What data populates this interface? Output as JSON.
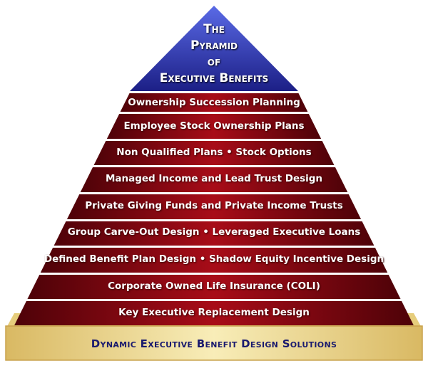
{
  "title": {
    "line1": "The",
    "line2": "Pyramid",
    "line3": "of",
    "line4": "Executive Benefits"
  },
  "levels": [
    "Ownership Succession Planning",
    "Employee Stock Ownership Plans",
    "Non Qualified Plans • Stock Options",
    "Managed Income and Lead Trust Design",
    "Private Giving Funds and Private Income Trusts",
    "Group Carve-Out Design • Leveraged Executive Loans",
    "Defined Benefit Plan Design • Shadow Equity Incentive Design",
    "Corporate Owned Life Insurance (COLI)",
    "Key Executive Replacement Design"
  ],
  "foundation": "Dynamic Executive Benefit Design Solutions",
  "colors": {
    "apex": "#2a2fa0",
    "band": "#8e0a14",
    "base": "#efd98a",
    "foundation_text": "#1a1a6e"
  }
}
